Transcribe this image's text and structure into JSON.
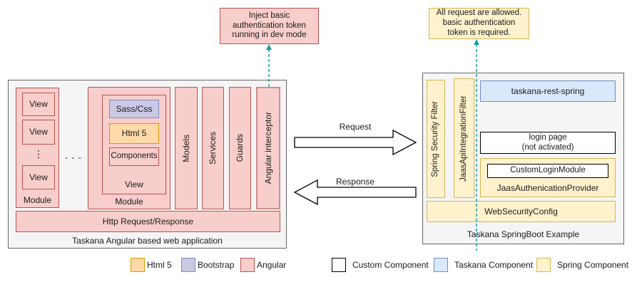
{
  "palette": {
    "angular_fill": "#f8cecc",
    "angular_stroke": "#b85450",
    "html5_fill": "#ffd9a8",
    "html5_stroke": "#d79b00",
    "bootstrap_fill": "#c9c9e6",
    "bootstrap_stroke": "#8888bb",
    "taskana_fill": "#dae8fc",
    "taskana_stroke": "#6c8ebf",
    "spring_fill": "#fff2cc",
    "spring_stroke": "#d6b656",
    "container_fill": "#f5f5f5",
    "container_stroke": "#666666",
    "note_arrow_teal": "#179ca5",
    "interceptor_highlight_stroke": "#cf8d8d"
  },
  "notes": {
    "left": "Inject basic authentication token running in dev mode",
    "right_line1": "All request are allowed.",
    "right_line2": "basic authentication",
    "right_line3": "token is required."
  },
  "angular_app": {
    "title": "Taskana Angular based web application",
    "module1": {
      "label": "Module",
      "views": [
        "View",
        "View",
        "View"
      ],
      "vdots": "⋮"
    },
    "between_modules_dots": "- - -",
    "module2": {
      "label": "Module",
      "view": {
        "label": "View",
        "sass": "Sass/Css",
        "html5": "Html 5",
        "components": "Components"
      }
    },
    "columns": [
      "Models",
      "Services",
      "Guards",
      "Angular interceptor"
    ],
    "http_bar": "Http Request/Response"
  },
  "flow": {
    "request": "Request",
    "response": "Response"
  },
  "spring_app": {
    "title": "Taskana SpringBoot Example",
    "filters": [
      "Spring Security Filter",
      "JaasApiIntegrationFilter"
    ],
    "rest": "taskana-rest-spring",
    "login_line1": "login page",
    "login_line2": "(not activated)",
    "provider": {
      "inner": "CustomLoginModule",
      "label": "JaasAuthenicationProvider"
    },
    "web_security": "WebSecurityConfig"
  },
  "legend": {
    "html5": "Html 5",
    "bootstrap": "Bootstrap",
    "angular": "Angular",
    "custom": "Custom Component",
    "taskana": "Taskana Component",
    "spring": "Spring Component"
  }
}
